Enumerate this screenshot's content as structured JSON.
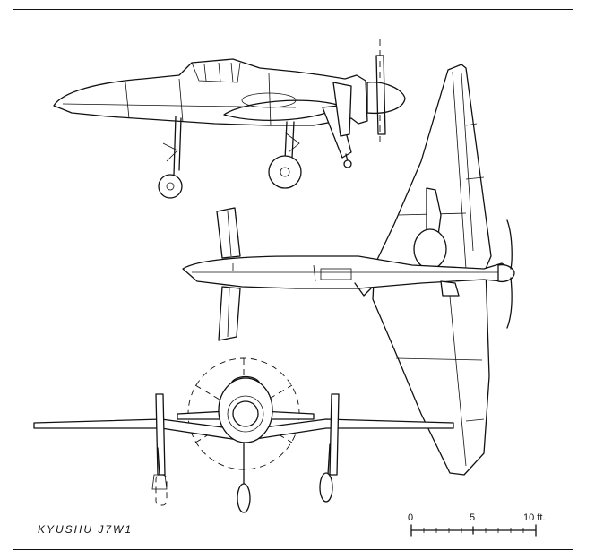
{
  "caption": "KYUSHU J7W1",
  "scale": {
    "labels": [
      "0",
      "5",
      "10 ft."
    ]
  },
  "colors": {
    "ink": "#111111",
    "paper": "#ffffff"
  }
}
